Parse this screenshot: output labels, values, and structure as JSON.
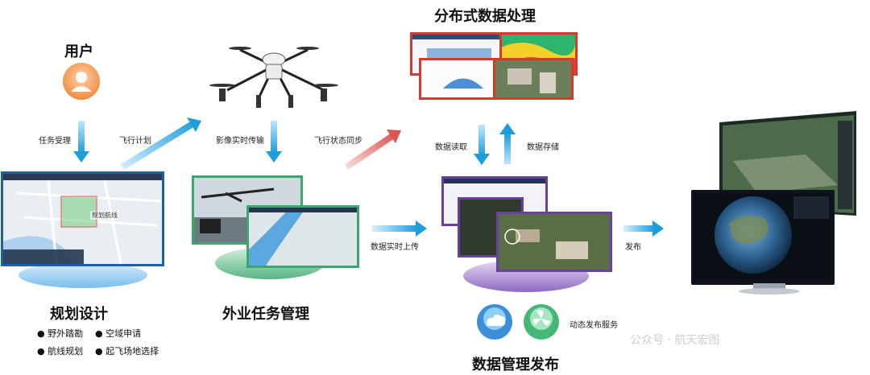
{
  "nodes": {
    "user": {
      "title": "用户"
    },
    "planning": {
      "title": "规划设计",
      "bullets": [
        "野外踏勘",
        "空域申请",
        "航线规划",
        "起飞场地选择"
      ]
    },
    "field": {
      "title": "外业任务管理"
    },
    "distributed": {
      "title": "分布式数据处理"
    },
    "datamgmt": {
      "title": "数据管理发布",
      "service_label": "动态发布服务"
    }
  },
  "edges": {
    "task_accept": "任务受理",
    "flight_plan": "飞行计划",
    "image_transfer": "影像实时传输",
    "flight_sync": "飞行状态同步",
    "data_read": "数据读取",
    "data_store": "数据存储",
    "data_upload": "数据实时上传",
    "publish": "发布"
  },
  "map_labels": {
    "place": "规划航线"
  },
  "watermark": "公众号 · 航天宏图",
  "colors": {
    "blue_arrow": "#2aa7e3",
    "red_arrow": "#d9534f",
    "purple": "#6a3fa0",
    "green": "#3aa76d",
    "navy": "#1f5fa8"
  }
}
